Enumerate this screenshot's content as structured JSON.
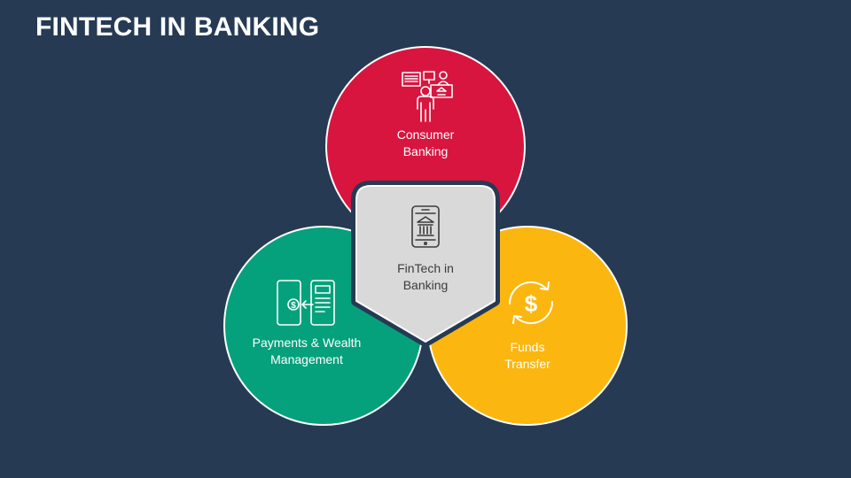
{
  "title": "FINTECH IN BANKING",
  "center": {
    "label_line1": "FinTech in",
    "label_line2": "Banking",
    "icon": "mobile-bank-icon"
  },
  "circles": [
    {
      "id": "consumer",
      "line1": "Consumer",
      "line2": "Banking",
      "color": "#d8153f",
      "icon": "consumer-banking-icon"
    },
    {
      "id": "payments",
      "line1": "Payments & Wealth",
      "line2": "Management",
      "color": "#05a17c",
      "icon": "payment-transfer-icon"
    },
    {
      "id": "funds",
      "line1": "Funds",
      "line2": "Transfer",
      "color": "#fbb710",
      "icon": "dollar-refresh-icon"
    }
  ],
  "colors": {
    "background": "#263a54",
    "center_fill": "#d9d9d9"
  }
}
